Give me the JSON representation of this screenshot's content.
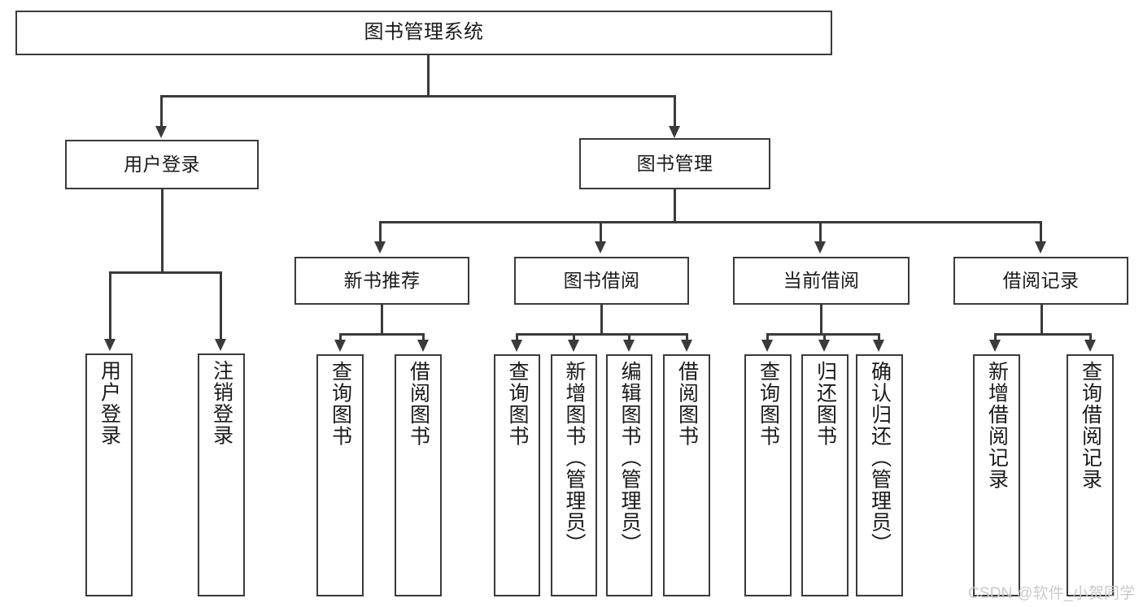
{
  "diagram": {
    "title": "图书管理系统",
    "type": "hierarchy-tree",
    "root": {
      "label": "图书管理系统"
    },
    "level1": [
      {
        "label": "用户登录"
      },
      {
        "label": "图书管理"
      }
    ],
    "level2": [
      {
        "label": "新书推荐"
      },
      {
        "label": "图书借阅"
      },
      {
        "label": "当前借阅"
      },
      {
        "label": "借阅记录"
      }
    ],
    "leaves": {
      "user_login": [
        {
          "label": "用户登录"
        },
        {
          "label": "注销登录"
        }
      ],
      "new_books": [
        {
          "label": "查询图书"
        },
        {
          "label": "借阅图书"
        }
      ],
      "book_borrow": [
        {
          "label": "查询图书"
        },
        {
          "label": "新增图书（管理员）"
        },
        {
          "label": "编辑图书（管理员）"
        },
        {
          "label": "借阅图书"
        }
      ],
      "current_borrow": [
        {
          "label": "查询图书"
        },
        {
          "label": "归还图书"
        },
        {
          "label": "确认归还（管理员）"
        }
      ],
      "borrow_records": [
        {
          "label": "新增借阅记录"
        },
        {
          "label": "查询借阅记录"
        }
      ]
    }
  },
  "watermark": {
    "text": "CSDN @软件_小贺同学"
  },
  "colors": {
    "stroke": "#3a3a3a",
    "background": "#ffffff",
    "text": "#1a1a1a",
    "watermark": "#c9c9c9"
  }
}
